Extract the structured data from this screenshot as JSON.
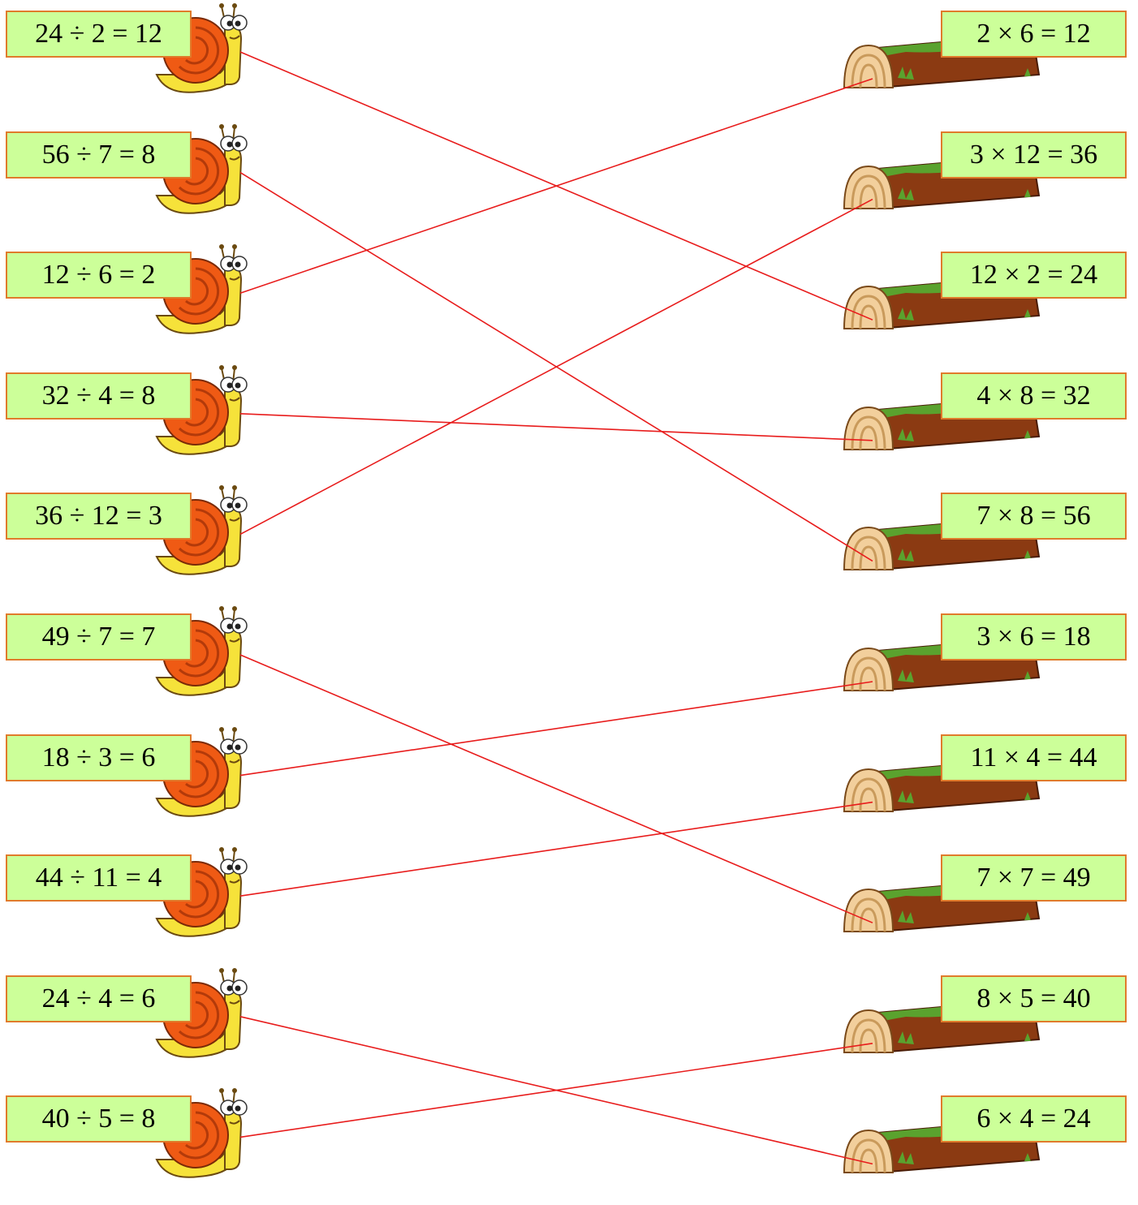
{
  "left_items": [
    {
      "text": "24 ÷ 2 = 12"
    },
    {
      "text": "56 ÷ 7 = 8"
    },
    {
      "text": "12 ÷ 6 = 2"
    },
    {
      "text": "32 ÷ 4 = 8"
    },
    {
      "text": "36 ÷ 12 = 3"
    },
    {
      "text": "49 ÷ 7 = 7"
    },
    {
      "text": "18 ÷ 3 = 6"
    },
    {
      "text": "44 ÷ 11 = 4"
    },
    {
      "text": "24 ÷ 4 = 6"
    },
    {
      "text": "40 ÷ 5 = 8"
    }
  ],
  "right_items": [
    {
      "text": "2 × 6 = 12"
    },
    {
      "text": "3 × 12 = 36"
    },
    {
      "text": "12 × 2 = 24"
    },
    {
      "text": "4 × 8 = 32"
    },
    {
      "text": "7 × 8 = 56"
    },
    {
      "text": "3 × 6 = 18"
    },
    {
      "text": "11 × 4 = 44"
    },
    {
      "text": "7 × 7 = 49"
    },
    {
      "text": "8 × 5 = 40"
    },
    {
      "text": "6 × 4 = 24"
    }
  ],
  "connections": [
    {
      "from": 0,
      "to": 2
    },
    {
      "from": 1,
      "to": 4
    },
    {
      "from": 2,
      "to": 0
    },
    {
      "from": 3,
      "to": 3
    },
    {
      "from": 4,
      "to": 1
    },
    {
      "from": 5,
      "to": 7
    },
    {
      "from": 6,
      "to": 5
    },
    {
      "from": 7,
      "to": 6
    },
    {
      "from": 8,
      "to": 9
    },
    {
      "from": 9,
      "to": 8
    }
  ],
  "colors": {
    "box_fill": "#ccff99",
    "box_border": "#e07b2b",
    "line": "#e81c1c",
    "snail_shell": "#ef5a14",
    "snail_body": "#f6e23a",
    "log_bark": "#8b3a12",
    "log_moss": "#5aa22e",
    "log_end": "#f2cf9c"
  },
  "icons": {
    "left": "snail-icon",
    "right": "log-icon"
  }
}
